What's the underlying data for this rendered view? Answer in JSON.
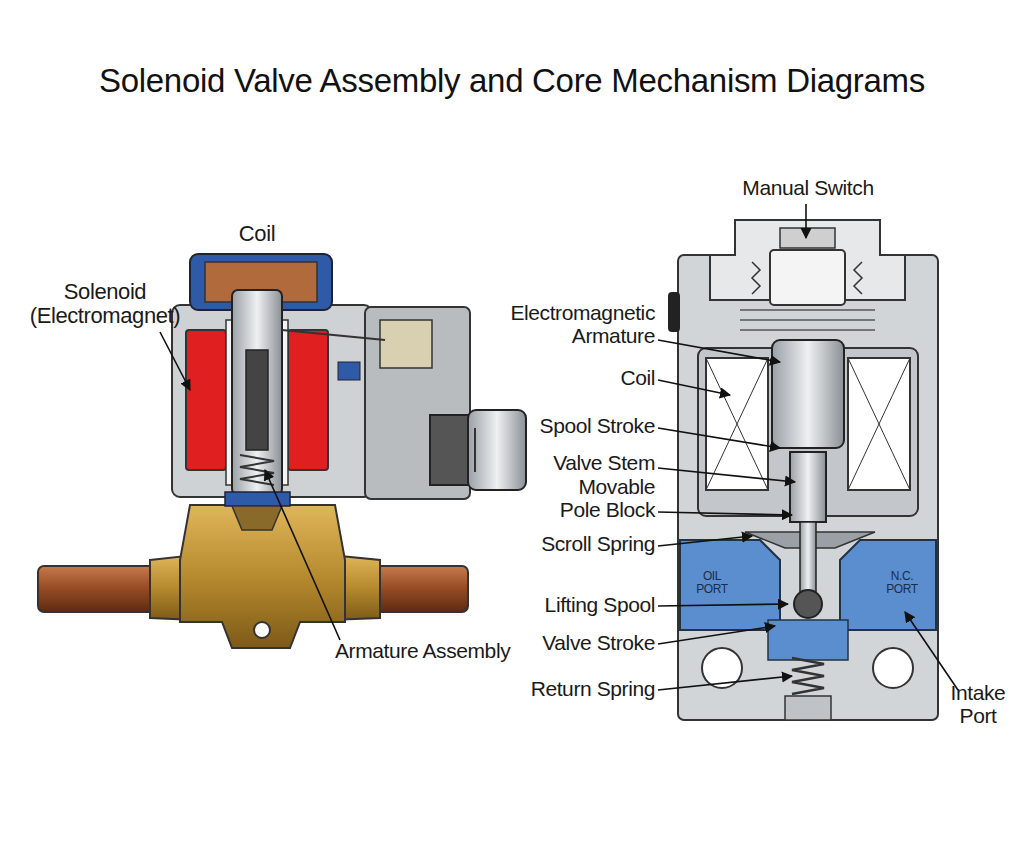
{
  "diagram": {
    "title": "Solenoid Valve Assembly and Core Mechanism Diagrams",
    "labels": [
      "Coil",
      "Solenoid (Electromagnet)",
      "Armature Assembly",
      "Manual Switch",
      "Electromagnetic Armature",
      "Coil",
      "Spool Stroke",
      "Valve Stem",
      "Movable Pole Block",
      "Scroll Spring",
      "OIL PORT",
      "N.C. PORT",
      "Lifting Spool",
      "Valve Stroke",
      "Return Spring",
      "Intake Port"
    ]
  }
}
